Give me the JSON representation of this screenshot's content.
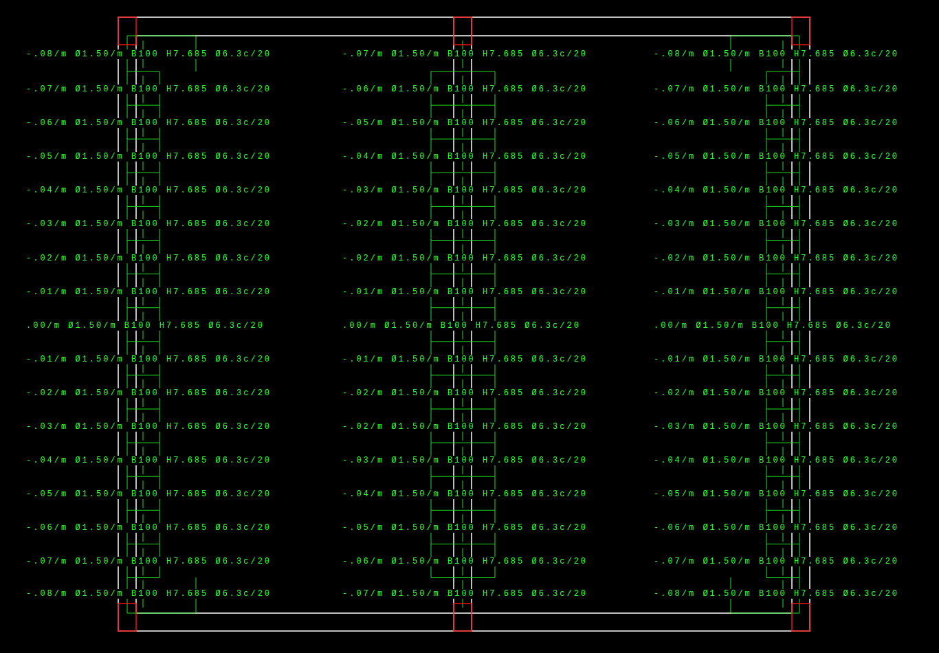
{
  "diagram": {
    "labels": [
      "-.08/m Ø1.50/m B100 H7.685 Ø6.3c/20",
      "-.07/m Ø1.50/m B100 H7.685 Ø6.3c/20",
      "-.08/m Ø1.50/m B100 H7.685 Ø6.3c/20",
      "-.07/m Ø1.50/m B100 H7.685 Ø6.3c/20",
      "-.06/m Ø1.50/m B100 H7.685 Ø6.3c/20",
      "-.07/m Ø1.50/m B100 H7.685 Ø6.3c/20",
      "-.06/m Ø1.50/m B100 H7.685 Ø6.3c/20",
      "-.05/m Ø1.50/m B100 H7.685 Ø6.3c/20",
      "-.06/m Ø1.50/m B100 H7.685 Ø6.3c/20",
      "-.05/m Ø1.50/m B100 H7.685 Ø6.3c/20",
      "-.04/m Ø1.50/m B100 H7.685 Ø6.3c/20",
      "-.05/m Ø1.50/m B100 H7.685 Ø6.3c/20",
      "-.04/m Ø1.50/m B100 H7.685 Ø6.3c/20",
      "-.03/m Ø1.50/m B100 H7.685 Ø6.3c/20",
      "-.04/m Ø1.50/m B100 H7.685 Ø6.3c/20",
      "-.03/m Ø1.50/m B100 H7.685 Ø6.3c/20",
      "-.02/m Ø1.50/m B100 H7.685 Ø6.3c/20",
      "-.03/m Ø1.50/m B100 H7.685 Ø6.3c/20",
      "-.02/m Ø1.50/m B100 H7.685 Ø6.3c/20",
      "-.02/m Ø1.50/m B100 H7.685 Ø6.3c/20",
      "-.02/m Ø1.50/m B100 H7.685 Ø6.3c/20",
      "-.01/m Ø1.50/m B100 H7.685 Ø6.3c/20",
      "-.01/m Ø1.50/m B100 H7.685 Ø6.3c/20",
      "-.01/m Ø1.50/m B100 H7.685 Ø6.3c/20",
      ".00/m Ø1.50/m B100 H7.685 Ø6.3c/20",
      ".00/m Ø1.50/m B100 H7.685 Ø6.3c/20",
      ".00/m Ø1.50/m B100 H7.685 Ø6.3c/20",
      "-.01/m Ø1.50/m B100 H7.685 Ø6.3c/20",
      "-.01/m Ø1.50/m B100 H7.685 Ø6.3c/20",
      "-.01/m Ø1.50/m B100 H7.685 Ø6.3c/20",
      "-.02/m Ø1.50/m B100 H7.685 Ø6.3c/20",
      "-.02/m Ø1.50/m B100 H7.685 Ø6.3c/20",
      "-.02/m Ø1.50/m B100 H7.685 Ø6.3c/20",
      "-.03/m Ø1.50/m B100 H7.685 Ø6.3c/20",
      "-.02/m Ø1.50/m B100 H7.685 Ø6.3c/20",
      "-.03/m Ø1.50/m B100 H7.685 Ø6.3c/20",
      "-.04/m Ø1.50/m B100 H7.685 Ø6.3c/20",
      "-.03/m Ø1.50/m B100 H7.685 Ø6.3c/20",
      "-.04/m Ø1.50/m B100 H7.685 Ø6.3c/20",
      "-.05/m Ø1.50/m B100 H7.685 Ø6.3c/20",
      "-.04/m Ø1.50/m B100 H7.685 Ø6.3c/20",
      "-.05/m Ø1.50/m B100 H7.685 Ø6.3c/20",
      "-.06/m Ø1.50/m B100 H7.685 Ø6.3c/20",
      "-.05/m Ø1.50/m B100 H7.685 Ø6.3c/20",
      "-.06/m Ø1.50/m B100 H7.685 Ø6.3c/20",
      "-.07/m Ø1.50/m B100 H7.685 Ø6.3c/20",
      "-.06/m Ø1.50/m B100 H7.685 Ø6.3c/20",
      "-.07/m Ø1.50/m B100 H7.685 Ø6.3c/20",
      "-.08/m Ø1.50/m B100 H7.685 Ø6.3c/20",
      "-.07/m Ø1.50/m B100 H7.685 Ø6.3c/20",
      "-.08/m Ø1.50/m B100 H7.685 Ø6.3c/20"
    ]
  }
}
